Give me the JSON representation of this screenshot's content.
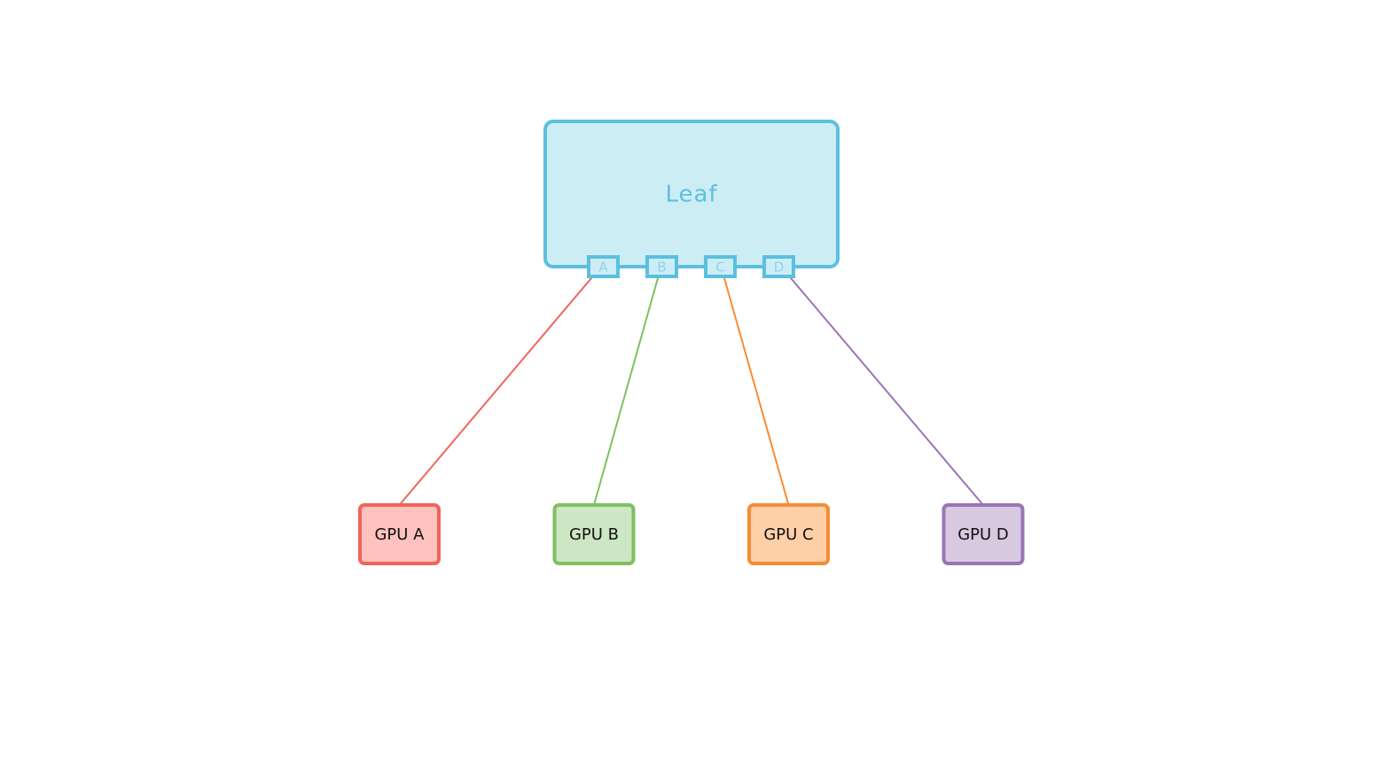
{
  "switch": {
    "label": "Leaf",
    "ports": [
      "A",
      "B",
      "C",
      "D"
    ],
    "stroke": "#5bc0de",
    "fill": "#cdedf5",
    "text_color": "#5bc0de"
  },
  "gpus": [
    {
      "label": "GPU A",
      "port": "A",
      "stroke": "#f0655a",
      "fill": "#ffc2bf",
      "link_color": "#f0655a"
    },
    {
      "label": "GPU B",
      "port": "B",
      "stroke": "#80c060",
      "fill": "#cde6c3",
      "link_color": "#80c060"
    },
    {
      "label": "GPU C",
      "port": "C",
      "stroke": "#f58c35",
      "fill": "#ffcfa8",
      "link_color": "#f58c35"
    },
    {
      "label": "GPU D",
      "port": "D",
      "stroke": "#9b74b5",
      "fill": "#d8c8e0",
      "link_color": "#9b74b5"
    }
  ],
  "gpu_text_color": "#111111",
  "footer": ""
}
